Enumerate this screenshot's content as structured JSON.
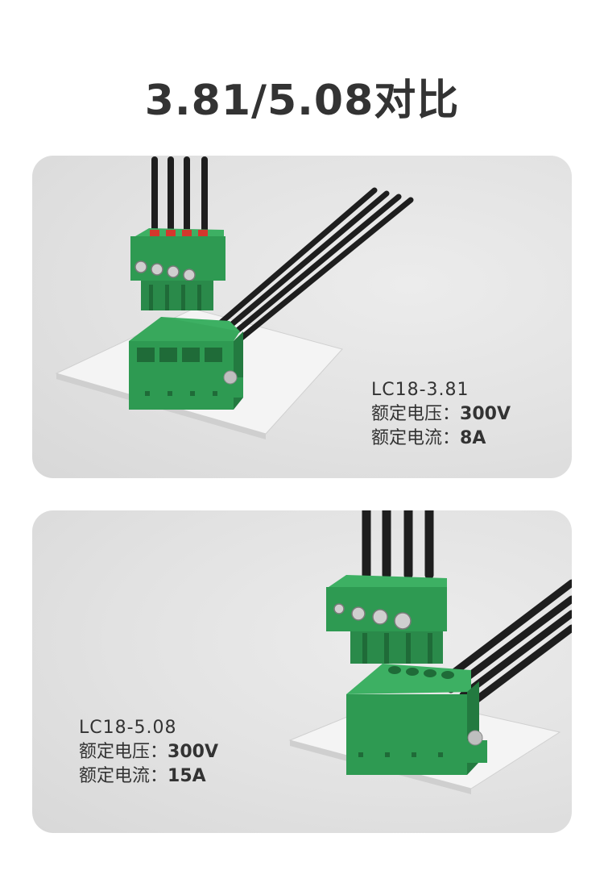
{
  "title": "3.81/5.08对比",
  "products": [
    {
      "model": "LC18-3.81",
      "voltage_label": "额定电压：",
      "voltage_value": "300V",
      "current_label": "额定电流：",
      "current_value": "8A"
    },
    {
      "model": "LC18-5.08",
      "voltage_label": "额定电压：",
      "voltage_value": "300V",
      "current_label": "额定电流：",
      "current_value": "15A"
    }
  ],
  "colors": {
    "connector_green": "#2e9a52",
    "wire": "#1e1e1e",
    "text": "#333333",
    "panel_bg": "#e2e2e2"
  }
}
